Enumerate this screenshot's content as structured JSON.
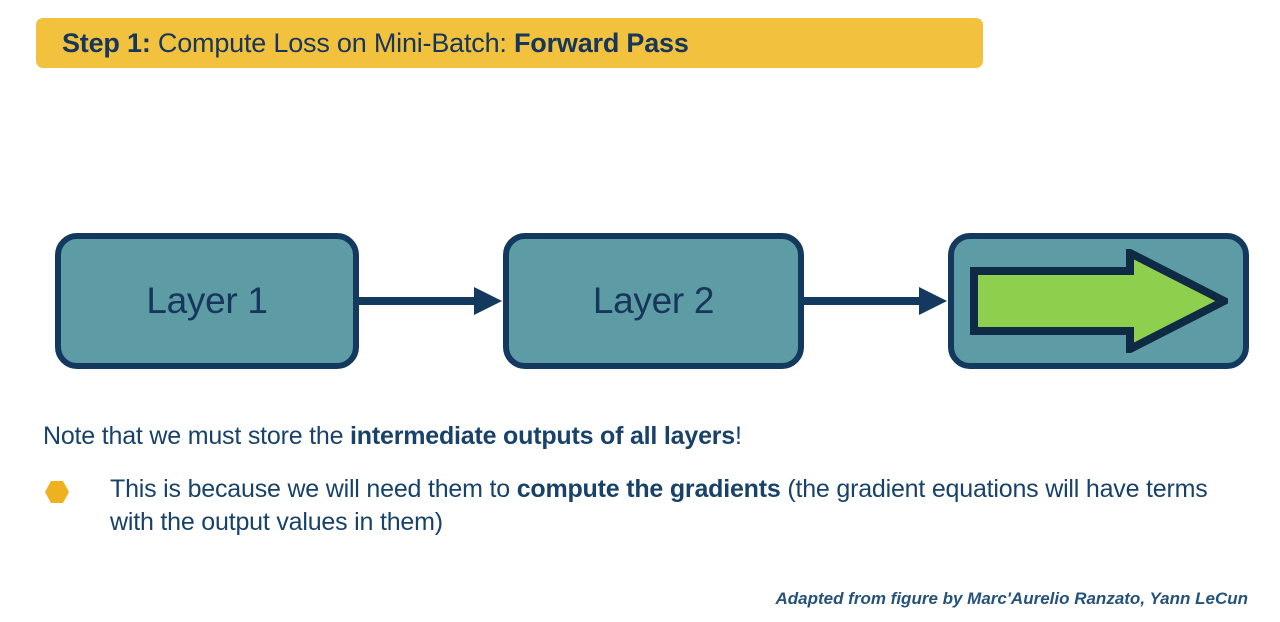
{
  "slide": {
    "title": {
      "step_label": "Step 1:",
      "middle": " Compute Loss on Mini-Batch: ",
      "emphasis": "Forward Pass",
      "banner_color": "#F2C13D",
      "text_color": "#16365C"
    },
    "diagram": {
      "type": "flow",
      "nodes": [
        {
          "id": "layer1",
          "label": "Layer 1",
          "kind": "box"
        },
        {
          "id": "layer2",
          "label": "Layer 2",
          "kind": "box"
        },
        {
          "id": "output",
          "label": "",
          "kind": "box-with-green-arrow"
        }
      ],
      "connectors": [
        {
          "from": "layer1",
          "to": "layer2",
          "style": "arrow-right"
        },
        {
          "from": "layer2",
          "to": "output",
          "style": "arrow-right"
        }
      ],
      "colors": {
        "node_fill": "#5D9BA5",
        "node_stroke": "#13395E",
        "green_arrow_fill": "#8ED04E",
        "green_arrow_stroke": "#0E2A44",
        "connector": "#14395E"
      }
    },
    "body": {
      "note": {
        "pre": "Note that we must store the ",
        "bold": "intermediate outputs of all layers",
        "post": "!"
      },
      "bullets": [
        {
          "marker": "hexagon-bullet",
          "marker_color": "#EDB21E",
          "pre": "This is because we will need them to ",
          "bold": "compute the gradients",
          "post": " (the gradient equations will have terms with the output values in them)"
        }
      ]
    },
    "footer": {
      "credit": "Adapted from figure by Marc'Aurelio Ranzato, Yann LeCun"
    }
  }
}
